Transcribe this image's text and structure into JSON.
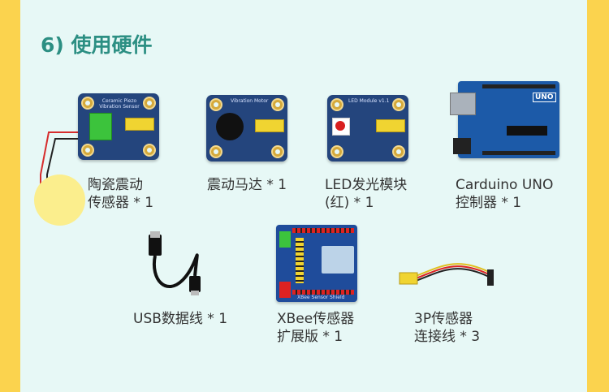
{
  "title": "6) 使用硬件",
  "items": [
    {
      "name": "piezo-sensor",
      "line1": "陶瓷震动",
      "line2": "传感器 * 1"
    },
    {
      "name": "vibration-motor",
      "line1": "震动马达 * 1",
      "line2": ""
    },
    {
      "name": "led-module",
      "line1": "LED发光模块",
      "line2": "(红) * 1"
    },
    {
      "name": "carduino-uno",
      "line1": "Carduino UNO",
      "line2": "控制器 * 1"
    },
    {
      "name": "usb-cable",
      "line1": "USB数据线 * 1",
      "line2": ""
    },
    {
      "name": "xbee-shield",
      "line1": "XBee传感器",
      "line2": "扩展版 * 1"
    },
    {
      "name": "3p-cable",
      "line1": "3P传感器",
      "line2": "连接线 * 3"
    }
  ],
  "board_text": {
    "piezo": "Ceramic Piezo Vibration Sensor",
    "motor": "Vibration Motor",
    "led": "LED Module v1.1",
    "uno": "UNO",
    "xbee": "XBee Sensor Shield"
  },
  "colors": {
    "accent": "#2c8f83",
    "border": "#fbd34e",
    "panel": "#e7f8f6",
    "board": "#24457d"
  }
}
